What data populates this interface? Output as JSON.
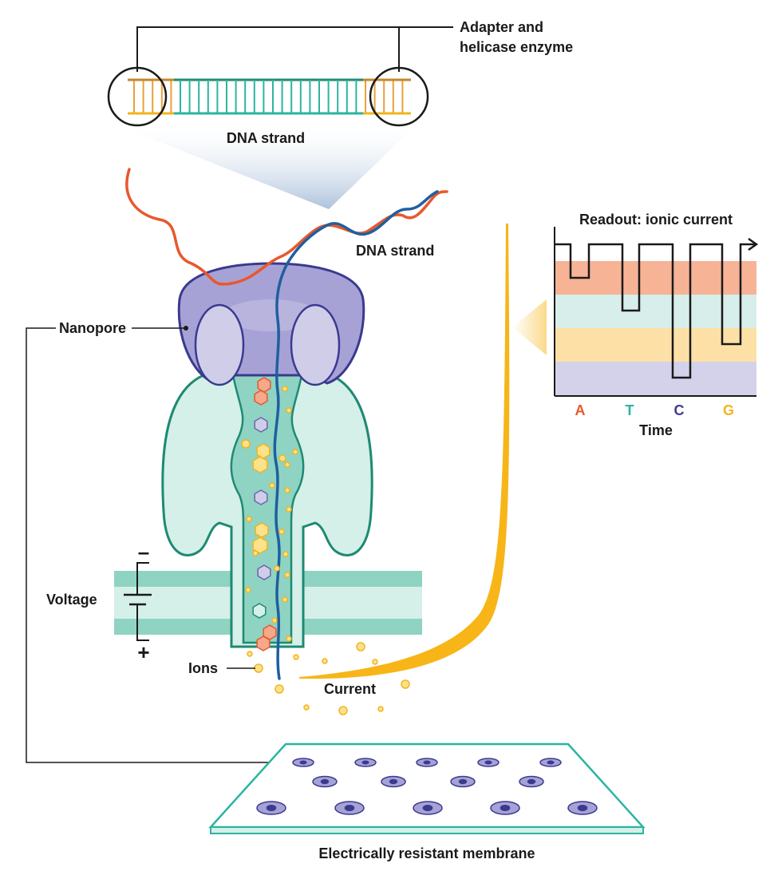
{
  "labels": {
    "adapter_line1": "Adapter and",
    "adapter_line2": "helicase enzyme",
    "dna_top": "DNA strand",
    "dna_mid": "DNA strand",
    "nanopore": "Nanopore",
    "voltage": "Voltage",
    "ions": "Ions",
    "current": "Current",
    "membrane": "Electrically resistant membrane",
    "voltage_minus": "–",
    "voltage_plus": "+"
  },
  "readout": {
    "title": "Readout: ionic current",
    "xlabel": "Time",
    "bases": [
      {
        "letter": "A",
        "color": "#e8582c"
      },
      {
        "letter": "T",
        "color": "#2bb5a0"
      },
      {
        "letter": "C",
        "color": "#3d3d8f"
      },
      {
        "letter": "G",
        "color": "#f2b51c"
      }
    ],
    "bands": [
      "#f6b396",
      "#d7eeea",
      "#fde0a6",
      "#d4d2ea"
    ]
  },
  "colors": {
    "teal_dark": "#1e8a72",
    "teal_fill": "#8fd3c3",
    "teal_light": "#d5efe9",
    "purple_dark": "#3a3a8f",
    "purple_fill": "#a7a2d6",
    "purple_light": "#d0cde9",
    "orange": "#e8582c",
    "blue": "#1f5fa0",
    "yellow": "#f7b518",
    "ion_fill": "#fde28c",
    "ion_stroke": "#f2b51c"
  }
}
